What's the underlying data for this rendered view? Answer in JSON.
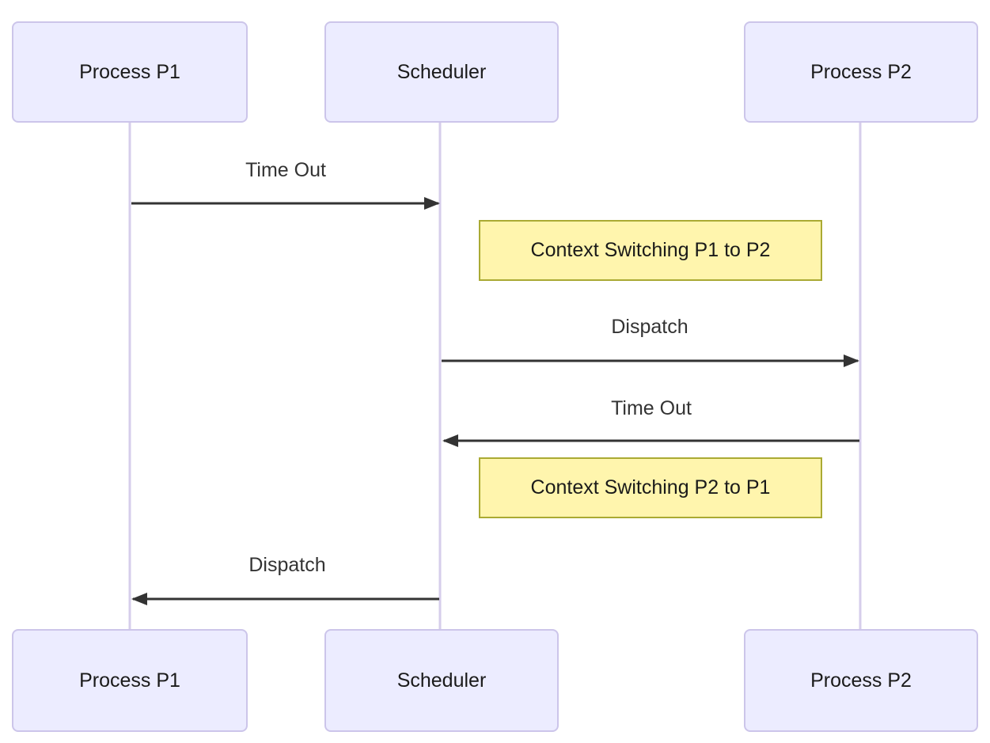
{
  "diagram": {
    "kind": "sequence-diagram",
    "actors": [
      {
        "label": "Process P1"
      },
      {
        "label": "Scheduler"
      },
      {
        "label": "Process P2"
      }
    ],
    "messages": [
      {
        "label": "Time Out",
        "from": "Process P1",
        "to": "Scheduler"
      },
      {
        "label": "Dispatch",
        "from": "Scheduler",
        "to": "Process P2"
      },
      {
        "label": "Time Out",
        "from": "Process P2",
        "to": "Scheduler"
      },
      {
        "label": "Dispatch",
        "from": "Scheduler",
        "to": "Process P1"
      }
    ],
    "notes": [
      {
        "label": "Context Switching P1 to P2"
      },
      {
        "label": "Context Switching P2 to P1"
      }
    ],
    "colors": {
      "actor_fill": "#ECECFF",
      "actor_border": "#CCC5EA",
      "lifeline": "#D6CDEB",
      "note_fill": "#FFF5AD",
      "note_border": "#AAAA33",
      "arrow": "#333333",
      "message_text": "#333333",
      "background": "#FFFFFF"
    }
  }
}
